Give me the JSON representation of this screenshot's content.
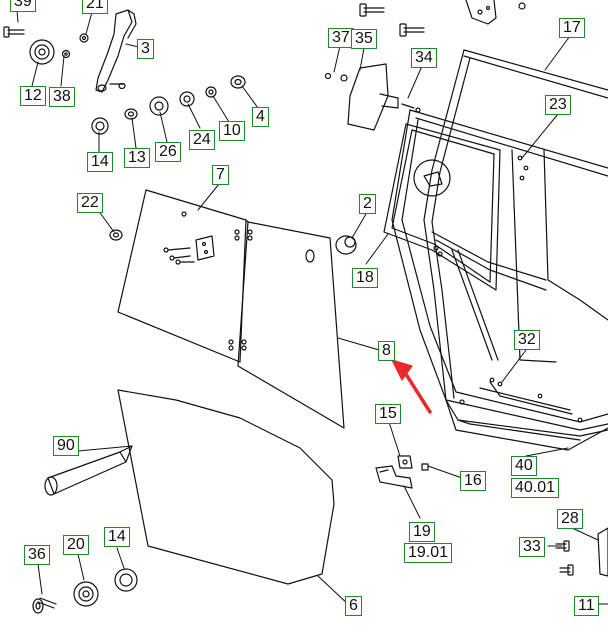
{
  "colors": {
    "callout_border": "#1a8a2a",
    "line": "#111111",
    "highlight_arrow": "#e52b2b",
    "background": "#ffffff"
  },
  "callouts": [
    "39",
    "21",
    "3",
    "12",
    "38",
    "37",
    "35",
    "34",
    "17",
    "23",
    "14",
    "13",
    "26",
    "24",
    "10",
    "4",
    "7",
    "22",
    "2",
    "18",
    "8",
    "32",
    "90",
    "15",
    "16",
    "40",
    "40.01",
    "19",
    "19.01",
    "28",
    "33",
    "36",
    "20",
    "14",
    "6",
    "11"
  ],
  "highlight": {
    "target_callout": "8",
    "icon": "red-arrow-icon"
  }
}
